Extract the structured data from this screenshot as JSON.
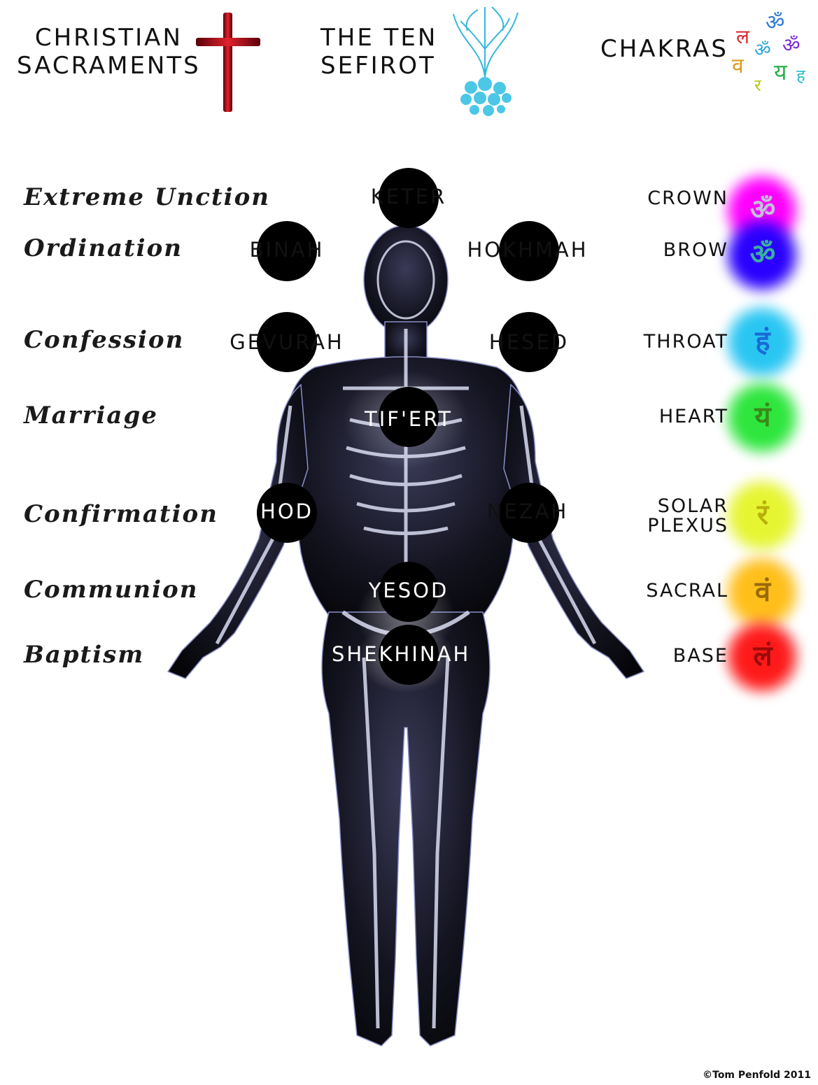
{
  "headers": {
    "sacraments_line1": "CHRISTIAN",
    "sacraments_line2": "SACRAMENTS",
    "sefirot_line1": "THE TEN",
    "sefirot_line2": "SEFIROT",
    "chakras": "CHAKRAS"
  },
  "sacraments": [
    "Extreme Unction",
    "Ordination",
    "Confession",
    "Marriage",
    "Confirmation",
    "Communion",
    "Baptism"
  ],
  "sefirot": [
    "KETER",
    "BINAH",
    "HOKHMAH",
    "GEVURAH",
    "HESED",
    "TIF'ERT",
    "HOD",
    "NEZAH",
    "YESOD",
    "SHEKHINAH"
  ],
  "chakras": {
    "crown": {
      "label": "CROWN",
      "symbol": "ॐ",
      "color": "#ff00ff"
    },
    "brow": {
      "label": "BROW",
      "symbol": "ॐ",
      "color": "#2a00ff"
    },
    "throat": {
      "label": "THROAT",
      "symbol": "हं",
      "color": "#29c6f2"
    },
    "heart": {
      "label": "HEART",
      "symbol": "यं",
      "color": "#2ee63d"
    },
    "solar_line1": {
      "label": "SOLAR",
      "symbol": "रं",
      "color": "#e6f532"
    },
    "solar_line2": "PLEXUS",
    "sacral": {
      "label": "SACRAL",
      "symbol": "वं",
      "color": "#ffbf1a"
    },
    "base": {
      "label": "BASE",
      "symbol": "लं",
      "color": "#ff1a1a"
    }
  },
  "colors": {
    "cross": "#b3121f",
    "tree": "#35b8d9",
    "body": "#0c0c18",
    "bone": "#d9dcf2"
  },
  "icons": [
    "cross-icon",
    "tree-of-life-icon",
    "chakra-symbols-icon",
    "xray-human-figure"
  ],
  "credit": "©Tom Penfold 2011"
}
